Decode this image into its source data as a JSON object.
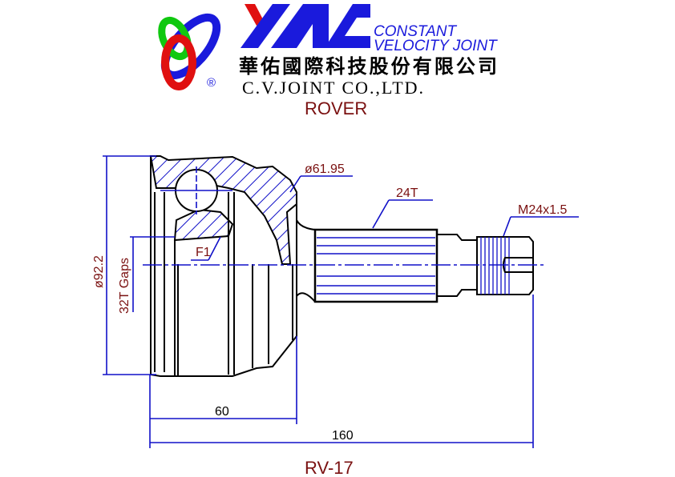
{
  "header": {
    "logo_text": "YAC",
    "tagline_line1": "CONSTANT",
    "tagline_line2": "VELOCITY JOINT",
    "company_chinese": "華佑國際科技股份有限公司",
    "company_english": "C.V.JOINT CO.,LTD.",
    "registered_mark": "®",
    "make": "ROVER"
  },
  "dimensions": {
    "outer_diameter": "ø92.2",
    "inner_spline": "32T Gaps",
    "seal_diameter": "ø61.95",
    "outer_spline": "24T",
    "thread": "M24x1.5",
    "abs_ring": "F1",
    "housing_length": "60",
    "total_length": "160"
  },
  "part_number": "RV-17",
  "colors": {
    "logo_blue": "#1a1adc",
    "logo_red": "#e01010",
    "logo_green": "#10c810",
    "dim_text": "#7a1010",
    "dim_line": "#1010c8"
  }
}
